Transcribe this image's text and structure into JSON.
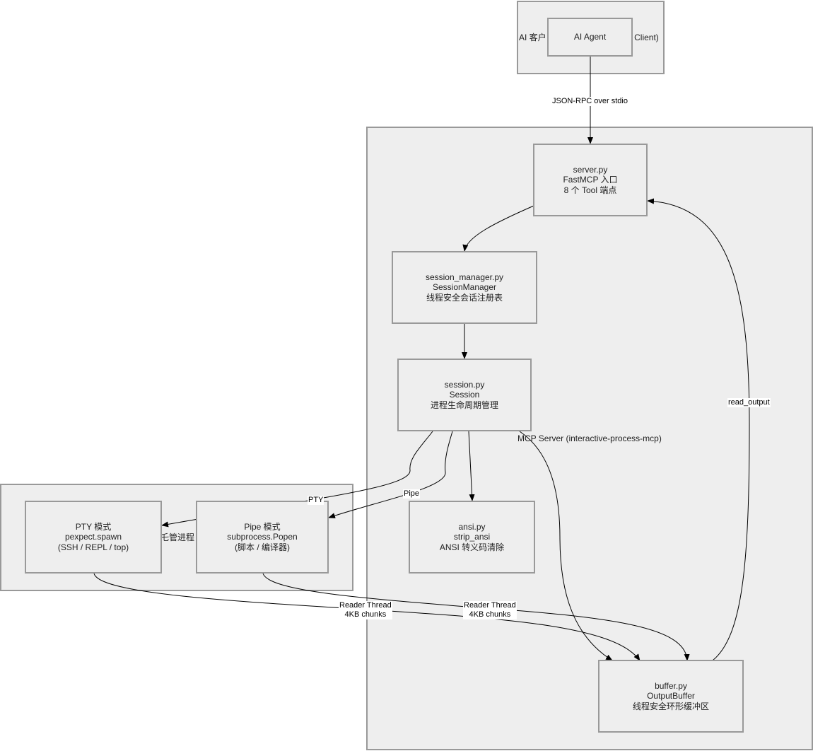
{
  "clusters": {
    "client": {
      "label_left": "AI 客户",
      "label_right": "P Client)"
    },
    "server": {
      "label": "MCP Server (interactive-process-mcp)"
    },
    "child": {
      "label": "乇管进程"
    }
  },
  "nodes": {
    "agent": {
      "lines": [
        "AI Agent"
      ]
    },
    "server_py": {
      "lines": [
        "server.py",
        "FastMCP 入口",
        "8 个 Tool 端点"
      ]
    },
    "session_manager": {
      "lines": [
        "session_manager.py",
        "SessionManager",
        "线程安全会话注册表"
      ]
    },
    "session": {
      "lines": [
        "session.py",
        "Session",
        "进程生命周期管理"
      ]
    },
    "ansi": {
      "lines": [
        "ansi.py",
        "strip_ansi",
        "ANSI 转义码清除"
      ]
    },
    "pty": {
      "lines": [
        "PTY 模式",
        "pexpect.spawn",
        "(SSH / REPL / top)"
      ]
    },
    "pipe": {
      "lines": [
        "Pipe 模式",
        "subprocess.Popen",
        "(脚本 / 编译器)"
      ]
    },
    "buffer": {
      "lines": [
        "buffer.py",
        "OutputBuffer",
        "线程安全环形缓冲区"
      ]
    }
  },
  "edges": {
    "jsonrpc": {
      "label": "JSON-RPC over stdio"
    },
    "pty": {
      "label": "PTY"
    },
    "pipe": {
      "label": "Pipe"
    },
    "read_output": {
      "label": "read_output"
    },
    "reader1": {
      "lines": [
        "Reader Thread",
        "4KB chunks"
      ]
    },
    "reader2": {
      "lines": [
        "Reader Thread",
        "4KB chunks"
      ]
    }
  }
}
